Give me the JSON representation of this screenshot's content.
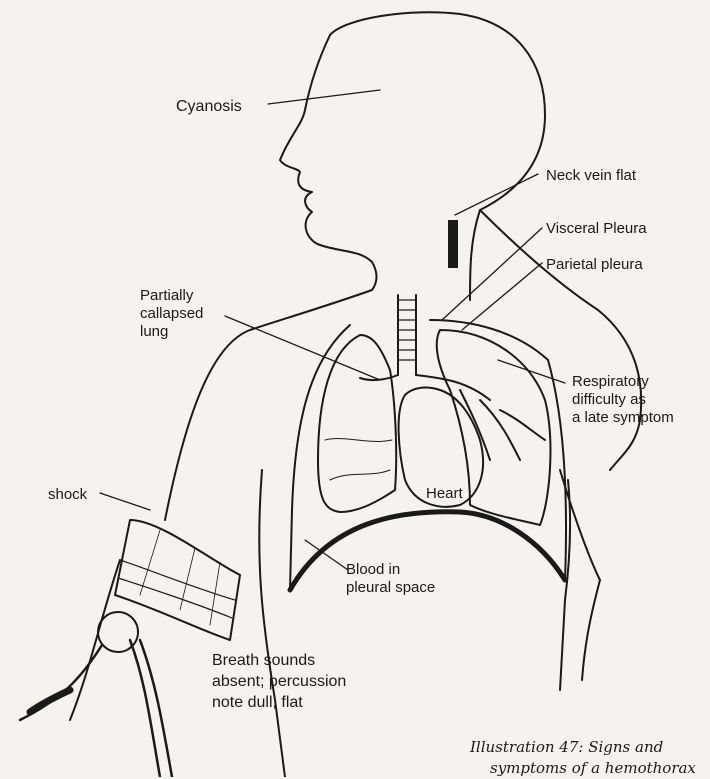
{
  "labels": {
    "cyanosis": "Cyanosis",
    "neck_vein_flat": "Neck vein flat",
    "visceral_pleura": "Visceral Pleura",
    "parietal_pleura": "Parietal pleura",
    "partially_collapsed_lung": "Partially\ncallapsed\nlung",
    "respiratory_difficulty": "Respiratory\ndifficulty as\na late symptom",
    "shock": "shock",
    "heart": "Heart",
    "blood_in_pleural_space": "Blood in\npleural space",
    "breath_sounds": "Breath sounds\nabsent; percussion\nnote dull, flat"
  },
  "caption": {
    "line1": "Illustration 47: Signs and",
    "line2": "symptoms of a hemothorax"
  }
}
